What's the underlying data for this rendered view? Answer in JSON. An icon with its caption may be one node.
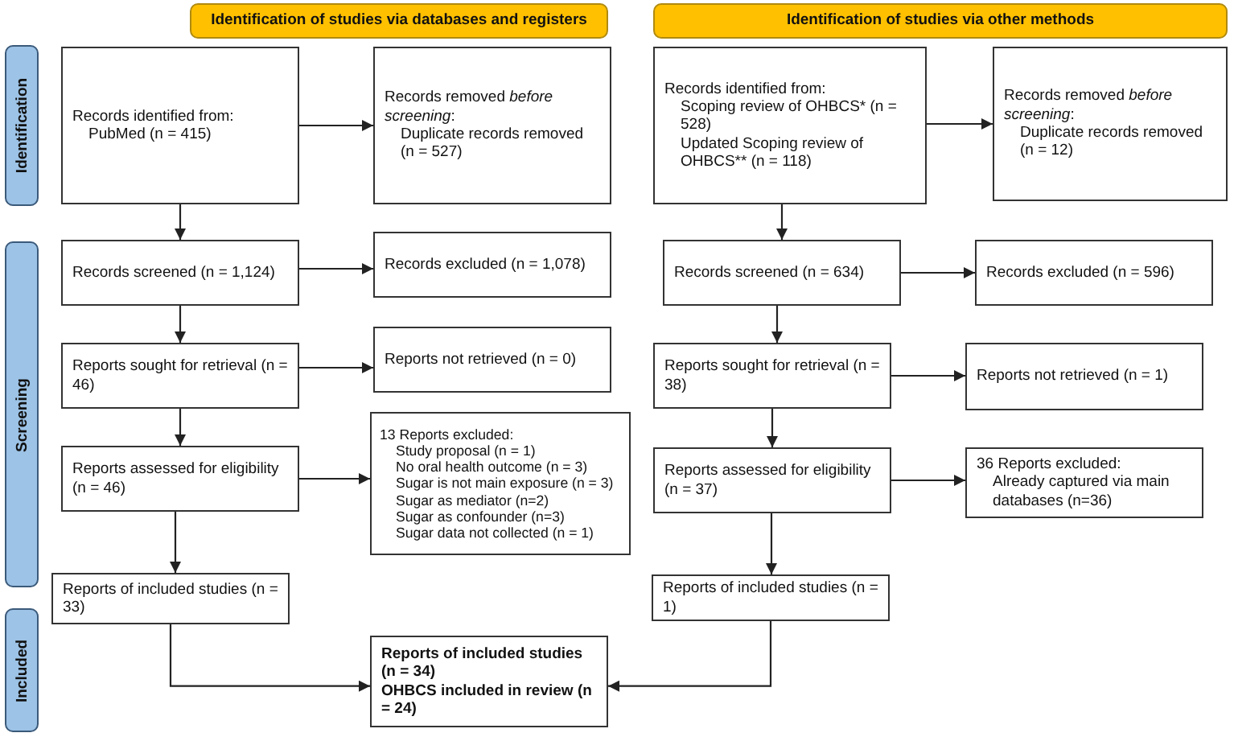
{
  "diagram": {
    "nodes": [
      {
        "text": [
          "Identification of studies via databases and registers"
        ]
      },
      {
        "text": [
          "Identification of studies via other methods"
        ]
      },
      {
        "text": [
          "Identification"
        ]
      },
      {
        "text": [
          "Screening"
        ]
      },
      {
        "text": [
          "Included"
        ]
      },
      {
        "text": [
          "Records identified from:",
          "PubMed (n = 415)"
        ]
      },
      {
        "text": [
          "Records removed *before screening*:",
          "Duplicate records removed (n = 527)"
        ]
      },
      {
        "text": [
          "Records screened (n = 1,124)"
        ]
      },
      {
        "text": [
          "Records excluded (n = 1,078)"
        ]
      },
      {
        "text": [
          "Reports sought for retrieval (n = 46)"
        ]
      },
      {
        "text": [
          "Reports not retrieved (n = 0)"
        ]
      },
      {
        "text": [
          "Reports assessed for eligibility (n = 46)"
        ]
      },
      {
        "text": [
          "13 Reports excluded:",
          "Study proposal (n = 1)",
          "No oral health outcome (n = 3)",
          "Sugar is not main exposure (n = 3)",
          "Sugar as mediator (n=2)",
          "Sugar as confounder (n=3)",
          "Sugar data not collected (n = 1)"
        ]
      },
      {
        "text": [
          "Reports of included studies (n = 33)"
        ]
      },
      {
        "text": [
          "Records identified from:",
          "Scoping review of OHBCS* (n = 528)",
          "Updated Scoping review of OHBCS** (n = 118)"
        ]
      },
      {
        "text": [
          "Records removed *before screening*:",
          "Duplicate records removed (n = 12)"
        ]
      },
      {
        "text": [
          "Records screened (n = 634)"
        ]
      },
      {
        "text": [
          "Records excluded (n = 596)"
        ]
      },
      {
        "text": [
          "Reports sought for retrieval (n = 38)"
        ]
      },
      {
        "text": [
          "Reports not retrieved (n = 1)"
        ]
      },
      {
        "text": [
          "Reports assessed for eligibility (n = 37)"
        ]
      },
      {
        "text": [
          "36 Reports excluded:",
          "Already captured via main databases (n=36)"
        ]
      },
      {
        "text": [
          "Reports of included studies (n = 1)"
        ]
      },
      {
        "text": [
          "Reports of included studies (n = 34)",
          "OHBCS included in review (n = 24)"
        ]
      }
    ],
    "edges": [
      {
        "from": 5,
        "to": 6,
        "arrow": "to"
      },
      {
        "from": 5,
        "to": 7,
        "arrow": "to"
      },
      {
        "from": 7,
        "to": 8,
        "arrow": "to"
      },
      {
        "from": 7,
        "to": 9,
        "arrow": "to"
      },
      {
        "from": 9,
        "to": 10,
        "arrow": "to"
      },
      {
        "from": 9,
        "to": 11,
        "arrow": "to"
      },
      {
        "from": 11,
        "to": 12,
        "arrow": "to"
      },
      {
        "from": 11,
        "to": 13,
        "arrow": "to"
      },
      {
        "from": 13,
        "to": 23,
        "arrow": "to"
      },
      {
        "from": 14,
        "to": 15,
        "arrow": "to"
      },
      {
        "from": 14,
        "to": 16,
        "arrow": "to"
      },
      {
        "from": 16,
        "to": 17,
        "arrow": "to"
      },
      {
        "from": 16,
        "to": 18,
        "arrow": "to"
      },
      {
        "from": 18,
        "to": 19,
        "arrow": "to"
      },
      {
        "from": 18,
        "to": 20,
        "arrow": "to"
      },
      {
        "from": 20,
        "to": 21,
        "arrow": "to"
      },
      {
        "from": 20,
        "to": 22,
        "arrow": "to"
      },
      {
        "from": 22,
        "to": 23,
        "arrow": "to"
      }
    ]
  }
}
